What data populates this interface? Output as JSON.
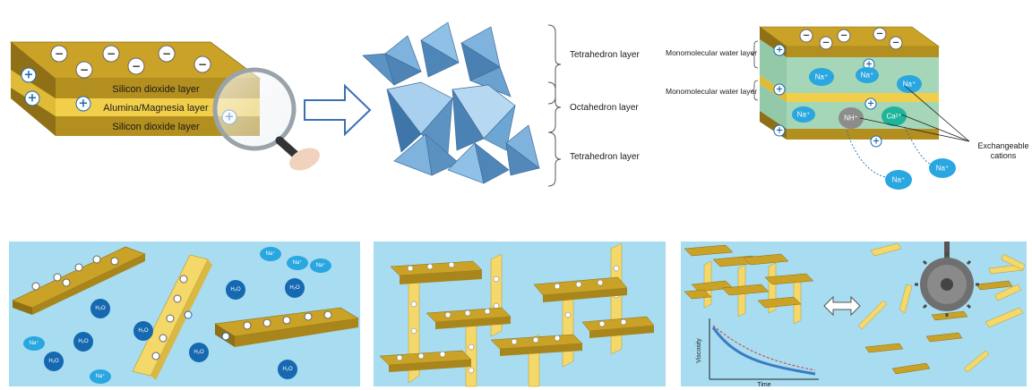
{
  "panel1": {
    "layers": [
      "Silicon dioxide layer",
      "Alumina/Magnesia layer",
      "Silicon dioxide layer"
    ],
    "neg": "−",
    "pos": "+"
  },
  "panel2": {
    "labels": [
      "Tetrahedron layer",
      "Octahedron layer",
      "Tetrahedron layer"
    ]
  },
  "panel3": {
    "water_layers": [
      "Monomolecular water layer",
      "Monomolecular water layer"
    ],
    "ions": [
      "Na⁺",
      "Na⁺",
      "Na⁺",
      "Na⁺",
      "NH⁺",
      "Ca²⁺",
      "Na⁺",
      "Na⁺"
    ],
    "exchange_label": [
      "Exchangeable",
      "cations"
    ]
  },
  "panel4": {
    "molecules": [
      "H₂O",
      "H₂O",
      "H₂O",
      "H₂O",
      "H₂O",
      "H₂O",
      "H₂O",
      "H₂O"
    ],
    "ions": [
      "Na⁺",
      "Na⁺",
      "Na⁺",
      "Na⁺",
      "Na⁺"
    ]
  },
  "panel6": {
    "ylabel": "Viscosity",
    "xlabel": "Time"
  },
  "colors": {
    "clay_top": "#c9a227",
    "clay_front": "#a8861c",
    "alumina": "#f2cf4a",
    "sky": "#a8dcf0",
    "ion_light": "#2aa6e0",
    "ion_dark": "#1668b0",
    "octa": "#7fb2dd"
  }
}
